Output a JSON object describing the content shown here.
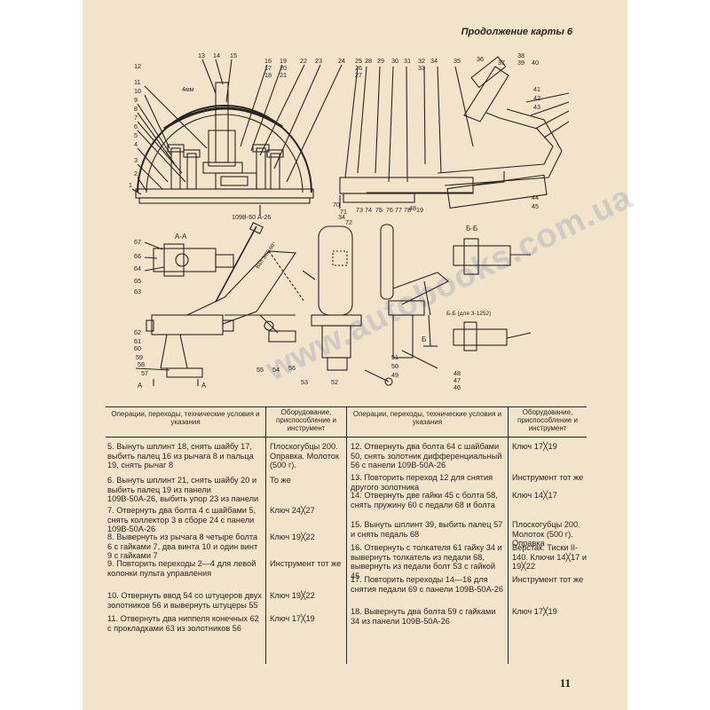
{
  "header": "Продолжение карты 6",
  "figure": {
    "labels_left_top": [
      "13",
      "14",
      "15",
      "12",
      "11",
      "10",
      "9",
      "8",
      "7",
      "6",
      "5",
      "4",
      "3",
      "2",
      "1"
    ],
    "labels_mid_top": [
      "16",
      "17",
      "18",
      "19",
      "20",
      "21",
      "22",
      "23",
      "24"
    ],
    "labels_right_top": [
      "25",
      "26",
      "27",
      "28",
      "29",
      "30",
      "31",
      "32",
      "33",
      "34",
      "35",
      "36",
      "37",
      "38",
      "39",
      "40",
      "41",
      "42",
      "43"
    ],
    "labels_right_mid": [
      "70",
      "71",
      "34",
      "72",
      "73",
      "74",
      "75",
      "76",
      "77",
      "78",
      "48",
      "19",
      "44",
      "45"
    ],
    "labels_lower": [
      "67",
      "66",
      "64",
      "65",
      "63",
      "62",
      "61",
      "60",
      "59",
      "58",
      "57",
      "56",
      "55",
      "54",
      "53",
      "52",
      "51",
      "50",
      "49",
      "48",
      "47",
      "46"
    ],
    "dimension": "4мм",
    "panel_code": "109В-50 А-26",
    "section_aa": "А-А",
    "section_a": "А",
    "section_bb": "Б-Б",
    "section_b": "Б",
    "section_bb2": "Б-Б (для З-1252)",
    "angle_note": "Вал 3/60 60°"
  },
  "table": {
    "headers": {
      "operations": "Операции, переходы, технические условия и указания",
      "equipment": "Оборудование, приспособление и инструмент"
    },
    "left_rows": [
      {
        "op": "5. Вынуть шплинт 18, снять шайбу 17, выбить палец 16 из рычага 8 и пальца 19, снять рычаг 8",
        "eq": "Плоскогубцы 200. Оправка. Молоток (500 г)."
      },
      {
        "op": "6. Вынуть шплинт 21, снять шайбу 20 и выбить палец 19 из панели 109В-50А-26, выбить упор 23 из панели",
        "eq": "То же"
      },
      {
        "op": "7. Отвернуть два болта 4 с шайбами 5, снять коллектор 3 в сборе 24 с панели 109В-50А-26",
        "eq": "Ключ 24╳27"
      },
      {
        "op": "8. Вывернуть из рычага 8 четыре болта 6 с гайками 7, два винта 10 и один винт 9 с гайками 7",
        "eq": "Ключ 19╳22"
      },
      {
        "op": "9. Повторить переходы 2—4 для левой колонки пульта управления",
        "eq": "Инструмент тот же"
      },
      {
        "op": "10. Отвернуть ввод 54 со штуцеров двух золотников 56 и вывернуть штуцеры 55",
        "eq": "Ключ 19╳22"
      },
      {
        "op": "11. Отвернуть два ниппеля конечных 62 с прокладками 63 из золотников 56",
        "eq": "Ключ 17╳19"
      }
    ],
    "right_rows": [
      {
        "op": "12. Отвернуть два болта 64 с шайбами 50, снять золотник дифференциальный 56 с панели 109В-50А-26",
        "eq": "Ключ 17╳19"
      },
      {
        "op": "13. Повторить переход 12 для снятия другого золотника",
        "eq": "Инструмент тот же"
      },
      {
        "op": "14. Отвернуть две гайки 45 с болта 58, снять пружину 60 с педали 68 и болта",
        "eq": "Ключ 14╳17"
      },
      {
        "op": "15. Вынуть шплинт 39, выбить палец 57 и снять педаль 68",
        "eq": "Плоскогубцы 200. Молоток (500 г). Оправка"
      },
      {
        "op": "16. Отвернуть с толкателя 61 гайку 34 и вывернуть толкатель из педали 68, вывернуть из педали болт 53 с гайкой 45",
        "eq": "Верстак. Тиски II-140. Ключи 14╳17 и 19╳22"
      },
      {
        "op": "17. Повторить переходы 14—16 для снятия педали 69 с панели 109В-50А-26",
        "eq": "Инструмент тот же"
      },
      {
        "op": "18. Вывернуть два болта 59 с гайками 34 из панели 109В-50А-26",
        "eq": "Ключ 17╳19"
      }
    ]
  },
  "page_number": "11",
  "watermark": "www.autobooks.com.ua"
}
